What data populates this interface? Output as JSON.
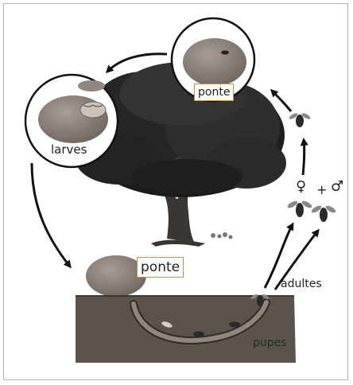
{
  "labels": {
    "ponte_top": "ponte",
    "larves": "larves",
    "ponte_ground": "ponte",
    "adultes": "adultes",
    "pupes": "pupes",
    "female_symbol": "♀",
    "plus": "+",
    "male_symbol": "♂"
  },
  "colors": {
    "label_box_border": "#d08a4a",
    "soil": "#5a544d",
    "fruit": "#8a8079",
    "tree": "#2b2b2b",
    "arrow": "#111111"
  },
  "icons": [
    "tree-icon",
    "fruit-icon",
    "fly-icon",
    "arrow-icon"
  ]
}
